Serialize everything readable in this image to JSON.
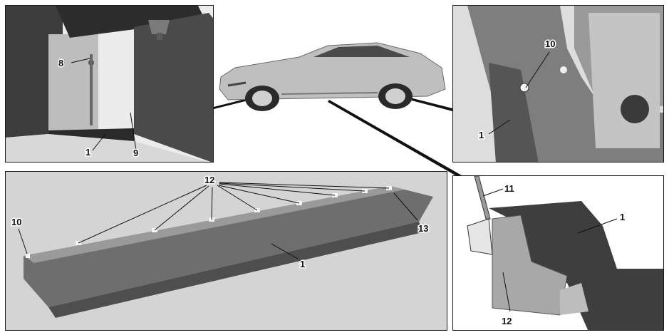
{
  "callouts": {
    "p1": {
      "c8": "8",
      "c1": "1",
      "c9": "9"
    },
    "p2": {
      "c10": "10",
      "c1": "1"
    },
    "p3": {
      "c12": "12",
      "c10": "10",
      "c13": "13",
      "c1": "1"
    },
    "p4": {
      "c11": "11",
      "c1": "1",
      "c12": "12"
    }
  },
  "colors": {
    "border": "#1a1a1a",
    "panel_bg": "#d4d4d4",
    "part_dark": "#5a5a5a",
    "part_mid": "#8c8c8c",
    "car_body": "#b9b9b9"
  }
}
